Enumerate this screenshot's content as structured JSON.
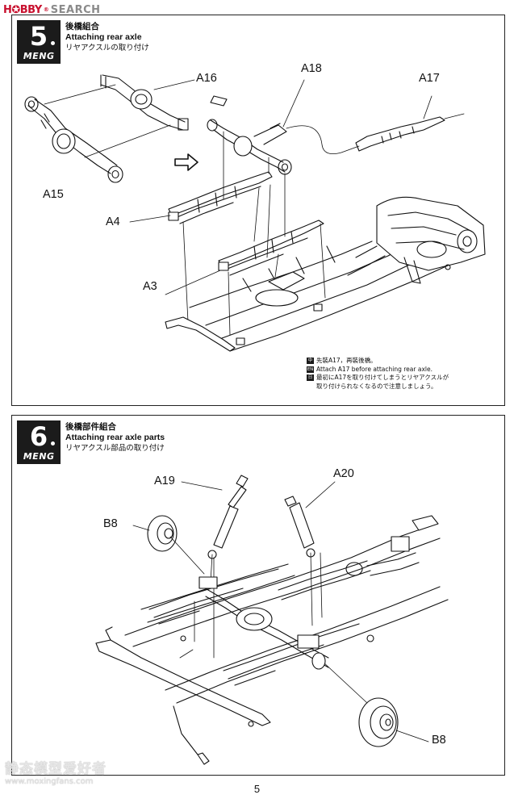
{
  "watermark_top": {
    "logo": "H✪BBY",
    "search": "SEARCH",
    "reg": "®"
  },
  "step5": {
    "number": "5",
    "brand": "MENG",
    "title_cn": "後橋組合",
    "title_en": "Attaching rear axle",
    "title_jp": "リヤアクスルの取り付け",
    "labels": {
      "a16": "A16",
      "a18": "A18",
      "a17": "A17",
      "a15": "A15",
      "a4": "A4",
      "a3": "A3"
    },
    "notes": {
      "flag_cn": "中",
      "flag_en": "EN",
      "flag_jp": "日",
      "line_cn": "先裝A17，再裝後橋。",
      "line_en": "Attach A17 before attaching rear axle.",
      "line_jp": "最初にA17を取り付けてしまうとリヤアクスルが",
      "line_jp2": "取り付けられなくなるので注意しましょう。"
    }
  },
  "step6": {
    "number": "6",
    "brand": "MENG",
    "title_cn": "後橋部件組合",
    "title_en": "Attaching rear axle parts",
    "title_jp": "リヤアクスル部品の取り付け",
    "labels": {
      "a19": "A19",
      "a20": "A20",
      "b8_top": "B8",
      "b8_bottom": "B8"
    }
  },
  "watermark_bottom": {
    "cn": "静态模型爱好者",
    "url": "www.moxingfans.com"
  },
  "page_number": "5"
}
